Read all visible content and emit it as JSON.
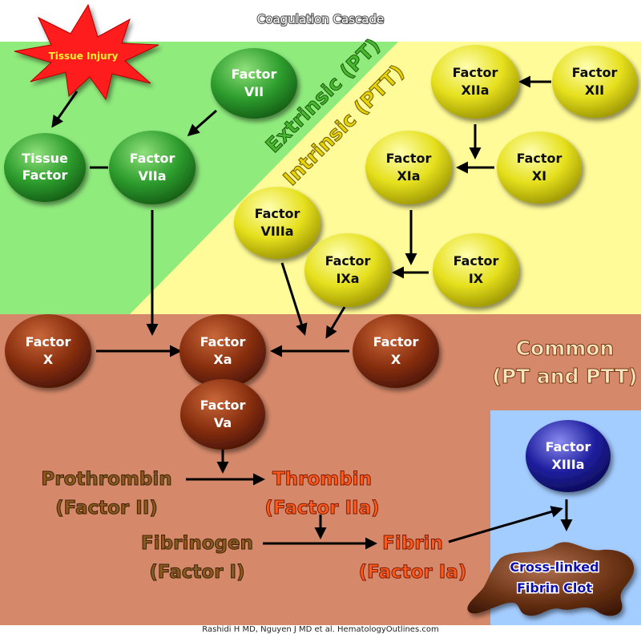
{
  "title": "Coagulation Cascade",
  "footer": "Rashidi H MD, Nguyen J MD et al. HematologyOutlines.com",
  "burst": {
    "label": "Tissue Injury"
  },
  "pathway_labels": {
    "extrinsic": "Extrinsic (PT)",
    "intrinsic": "Intrinsic (PTT)",
    "common_line1": "Common",
    "common_line2": "(PT and PTT)"
  },
  "colors": {
    "extrinsic_bg": "#8FEB7C",
    "intrinsic_bg": "#FFFB99",
    "common_bg": "#D6896A",
    "clot_bg": "#A3CCFF",
    "green_node": "#2E9E2E",
    "yellow_node": "#E6E01E",
    "brown_node": "#8A3010",
    "blue_node": "#2020A0",
    "extrinsic_text": "#47B82E",
    "intrinsic_text": "#E8D400",
    "common_text": "#F5E5C0",
    "thrombin_text": "#FF5A1E",
    "prothrombin_text": "#8C5A1E",
    "clot_text": "#1010B0"
  },
  "nodes": {
    "tissue_factor": [
      "Tissue",
      "Factor"
    ],
    "factor_vii": [
      "Factor",
      "VII"
    ],
    "factor_viia": [
      "Factor",
      "VIIa"
    ],
    "factor_xiia": [
      "Factor",
      "XIIa"
    ],
    "factor_xii": [
      "Factor",
      "XII"
    ],
    "factor_xia": [
      "Factor",
      "XIa"
    ],
    "factor_xi": [
      "Factor",
      "XI"
    ],
    "factor_viiia": [
      "Factor",
      "VIIIa"
    ],
    "factor_ixa": [
      "Factor",
      "IXa"
    ],
    "factor_ix": [
      "Factor",
      "IX"
    ],
    "factor_x_left": [
      "Factor",
      "X"
    ],
    "factor_xa": [
      "Factor",
      "Xa"
    ],
    "factor_x_right": [
      "Factor",
      "X"
    ],
    "factor_va": [
      "Factor",
      "Va"
    ],
    "factor_xiiia": [
      "Factor",
      "XIIIa"
    ]
  },
  "terms": {
    "prothrombin": [
      "Prothrombin",
      "(Factor II)"
    ],
    "thrombin": [
      "Thrombin",
      "(Factor IIa)"
    ],
    "fibrinogen": [
      "Fibrinogen",
      "(Factor I)"
    ],
    "fibrin": [
      "Fibrin",
      "(Factor Ia)"
    ]
  },
  "clot": [
    "Cross-linked",
    "Fibrin Clot"
  ]
}
